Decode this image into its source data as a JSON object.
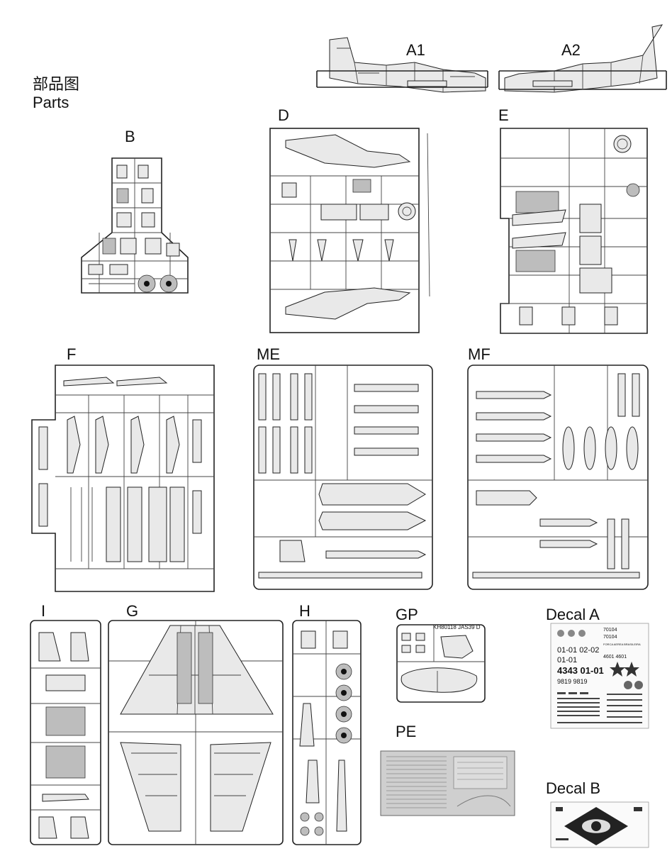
{
  "header": {
    "title_cn": "部品图",
    "title_en": "Parts"
  },
  "sprues": {
    "A1": "A1",
    "A2": "A2",
    "B": "B",
    "D": "D",
    "E": "E",
    "F": "F",
    "ME": "ME",
    "MF": "MF",
    "I": "I",
    "G": "G",
    "H": "H",
    "GP": "GP",
    "PE": "PE"
  },
  "decals": {
    "a": "Decal A",
    "b": "Decal B"
  },
  "sprue_tags": {
    "gp": "KH80118 JAS39 D"
  },
  "decal_a_text": {
    "line1": "70104",
    "line2": "70104",
    "line3": "01-01 02-02",
    "line4": "4601 4601",
    "line5": "01-01",
    "line6": "4343 01-01",
    "line7": "9819 9819",
    "forca": "FORCA AEREA BRASILEIRA"
  }
}
